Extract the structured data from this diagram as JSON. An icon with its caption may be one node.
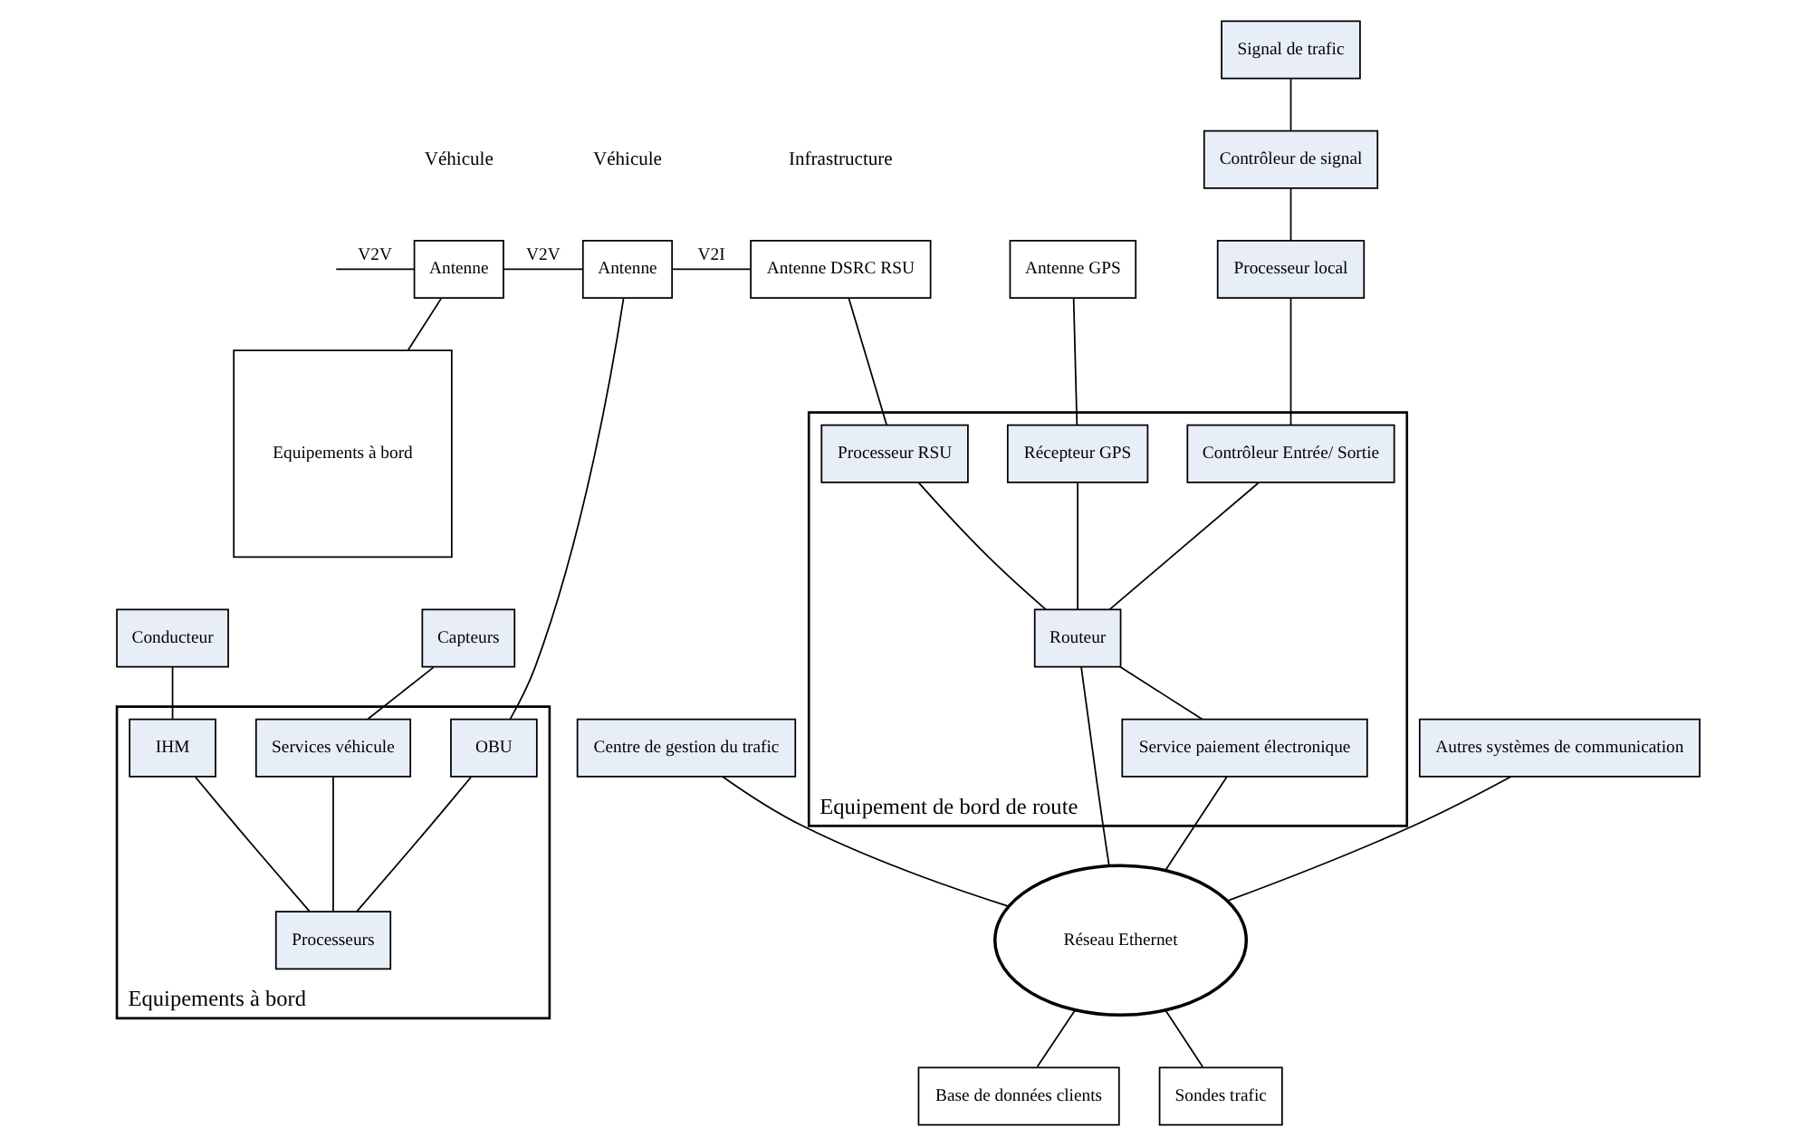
{
  "diagram": {
    "nodes": [
      {
        "text": [
          "Antenne"
        ]
      },
      {
        "text": [
          "Equipements à bord"
        ]
      },
      {
        "text": [
          "Antenne"
        ]
      },
      {
        "text": [
          "Equipements à bord"
        ]
      },
      {
        "text": [
          "Conducteur"
        ]
      },
      {
        "text": [
          "Capteurs"
        ]
      },
      {
        "text": [
          "IHM"
        ],
        "in": 3
      },
      {
        "text": [
          "Services véhicule"
        ],
        "in": 3
      },
      {
        "text": [
          "OBU"
        ],
        "in": 3
      },
      {
        "text": [
          "Processeurs"
        ],
        "in": 3
      },
      {
        "text": [
          "Antenne DSRC RSU"
        ]
      },
      {
        "text": [
          "Antenne GPS"
        ]
      },
      {
        "text": [
          "Signal de trafic"
        ]
      },
      {
        "text": [
          "Contrôleur de signal"
        ]
      },
      {
        "text": [
          "Processeur local"
        ]
      },
      {
        "text": [
          "Equipement de bord de route"
        ]
      },
      {
        "text": [
          "Processeur RSU"
        ],
        "in": 15
      },
      {
        "text": [
          "Récepteur GPS"
        ],
        "in": 15
      },
      {
        "text": [
          "Contrôleur Entrée/ Sortie"
        ],
        "in": 15
      },
      {
        "text": [
          "Routeur"
        ],
        "in": 15
      },
      {
        "text": [
          "Service paiement électronique"
        ],
        "in": 15
      },
      {
        "text": [
          "Autres systèmes de communication"
        ]
      },
      {
        "text": [
          "Centre de gestion du trafic"
        ]
      },
      {
        "text": [
          "Réseau Ethernet"
        ]
      },
      {
        "text": [
          "Base de données clients"
        ]
      },
      {
        "text": [
          "Sondes trafic"
        ]
      }
    ],
    "edges": [
      {
        "from": null,
        "to": 0,
        "arrow": "none",
        "label": "V2V"
      },
      {
        "from": 0,
        "to": 2,
        "arrow": "none",
        "label": "V2V"
      },
      {
        "from": 2,
        "to": 10,
        "arrow": "none",
        "label": "V2I"
      },
      {
        "from": 0,
        "to": 1,
        "arrow": "none"
      },
      {
        "from": 2,
        "to": 8,
        "arrow": "none"
      },
      {
        "from": 4,
        "to": 6,
        "arrow": "none"
      },
      {
        "from": 5,
        "to": 7,
        "arrow": "none"
      },
      {
        "from": 6,
        "to": 9,
        "arrow": "none"
      },
      {
        "from": 7,
        "to": 9,
        "arrow": "none"
      },
      {
        "from": 8,
        "to": 9,
        "arrow": "none"
      },
      {
        "from": 12,
        "to": 13,
        "arrow": "none"
      },
      {
        "from": 13,
        "to": 14,
        "arrow": "none"
      },
      {
        "from": 14,
        "to": 18,
        "arrow": "none"
      },
      {
        "from": 10,
        "to": 16,
        "arrow": "none"
      },
      {
        "from": 11,
        "to": 17,
        "arrow": "none"
      },
      {
        "from": 16,
        "to": 19,
        "arrow": "none"
      },
      {
        "from": 17,
        "to": 19,
        "arrow": "none"
      },
      {
        "from": 18,
        "to": 19,
        "arrow": "none"
      },
      {
        "from": 19,
        "to": 20,
        "arrow": "none"
      },
      {
        "from": 19,
        "to": 23,
        "arrow": "none"
      },
      {
        "from": 20,
        "to": 23,
        "arrow": "none"
      },
      {
        "from": 21,
        "to": 23,
        "arrow": "none"
      },
      {
        "from": 22,
        "to": 23,
        "arrow": "none"
      },
      {
        "from": 23,
        "to": 24,
        "arrow": "none"
      },
      {
        "from": 23,
        "to": 25,
        "arrow": "none"
      }
    ],
    "labels": [
      "Véhicule",
      "Véhicule",
      "Infrastructure"
    ]
  }
}
